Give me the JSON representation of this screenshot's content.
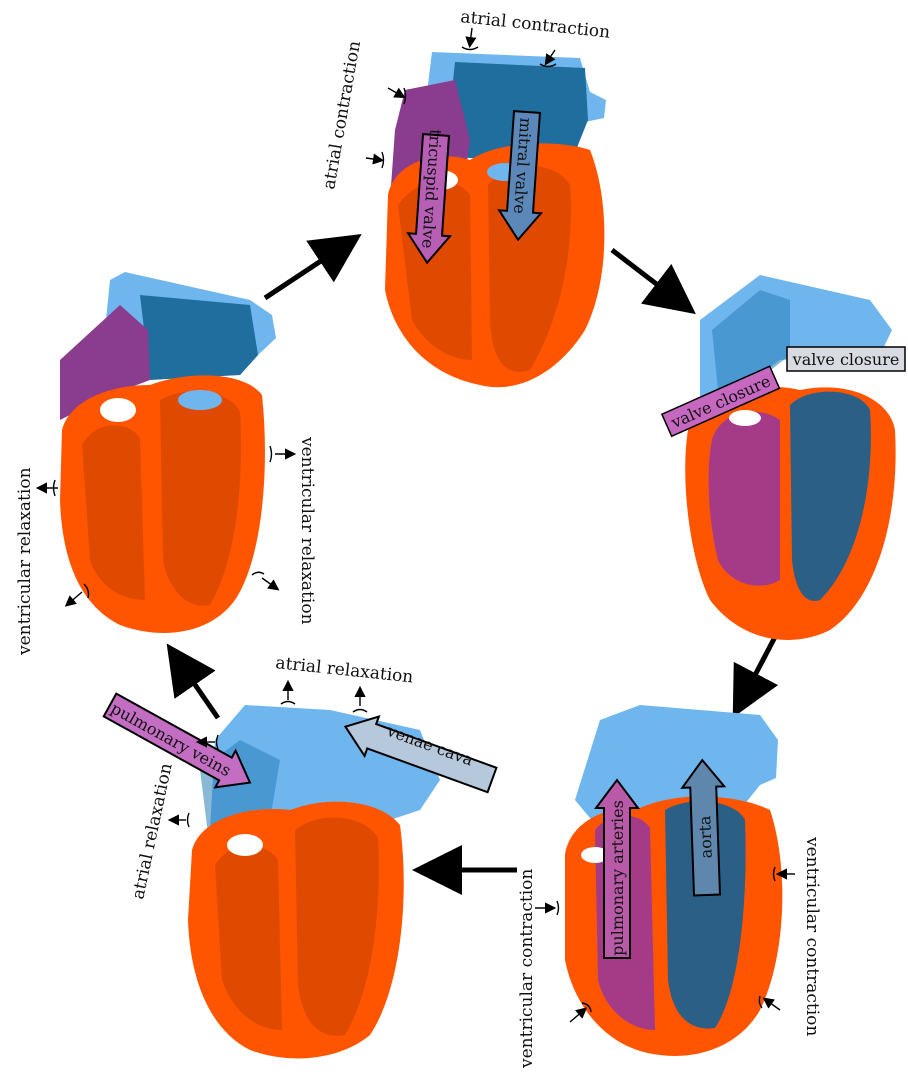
{
  "labels": {
    "top_atrial_contraction_a": "atrial contraction",
    "top_atrial_contraction_b": "atrial contraction",
    "right_valve_closure_a": "valve closure",
    "right_valve_closure_b": "valve closure",
    "bottom_right_ventricular_contraction_a": "ventricular contraction",
    "bottom_right_ventricular_contraction_b": "ventricular contraction",
    "bottom_left_atrial_relaxation_a": "atrial relaxation",
    "bottom_left_atrial_relaxation_b": "atrial relaxation",
    "left_ventricular_relaxation_a": "ventricular relaxation",
    "left_ventricular_relaxation_b": "ventricular relaxation"
  },
  "flow_arrows": {
    "tricuspid_valve": "tricuspid valve",
    "mitral_valve": "mitral valve",
    "pulmonary_arteries": "pulmonary arteries",
    "aorta": "aorta",
    "pulmonary_veins": "pulmonary veins",
    "venae_cava": "venae cava"
  },
  "colors": {
    "myocardium": "#ff5500",
    "right_side": "#8a3c8e",
    "left_side": "#1f6e9e",
    "vessels": "#6fb6ef"
  }
}
